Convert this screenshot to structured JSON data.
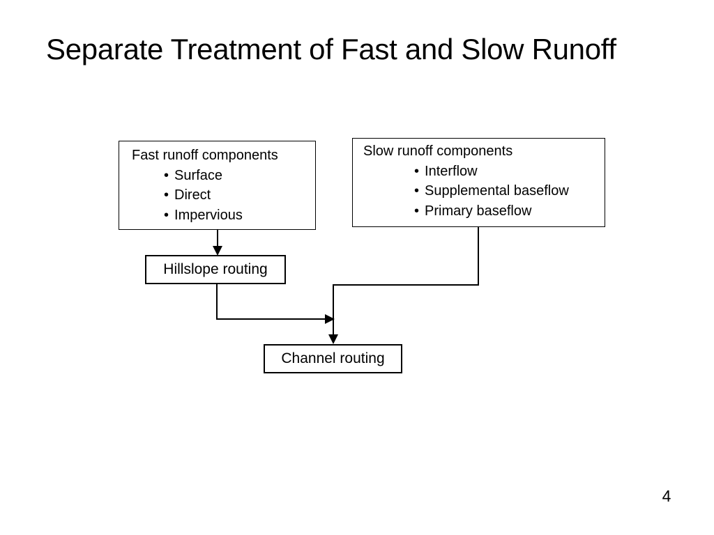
{
  "slide": {
    "title": "Separate Treatment of Fast and Slow Runoff",
    "page_number": "4",
    "bullet_char": "•"
  },
  "diagram": {
    "fast_box": {
      "heading": "Fast runoff components",
      "bullets": [
        "Surface",
        "Direct",
        "Impervious"
      ]
    },
    "slow_box": {
      "heading": "Slow runoff components",
      "bullets": [
        "Interflow",
        "Supplemental baseflow",
        "Primary baseflow"
      ]
    },
    "hillslope_box": {
      "label": "Hillslope routing"
    },
    "channel_box": {
      "label": "Channel routing"
    }
  },
  "colors": {
    "background": "#ffffff",
    "text": "#000000",
    "line": "#000000",
    "box_border": "#000000"
  }
}
